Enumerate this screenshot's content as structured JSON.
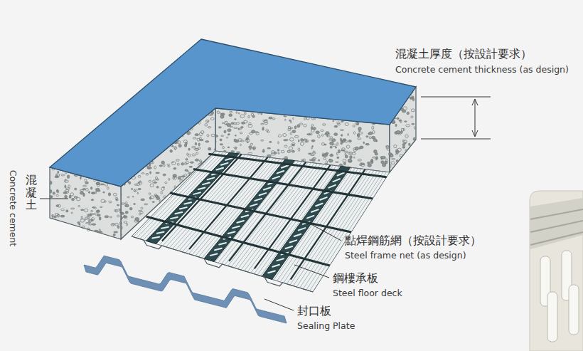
{
  "diagram": {
    "labels": [
      "混凝土厚度（按設計要求）",
      "Concrete cement thickness (as design)",
      "混凝土",
      "Concrete cement",
      "點焊鋼筋網（按設計要求）",
      "Steel frame net (as design)",
      "鋼樓承板",
      "Steel floor deck",
      "封口板",
      "Sealing Plate"
    ]
  }
}
